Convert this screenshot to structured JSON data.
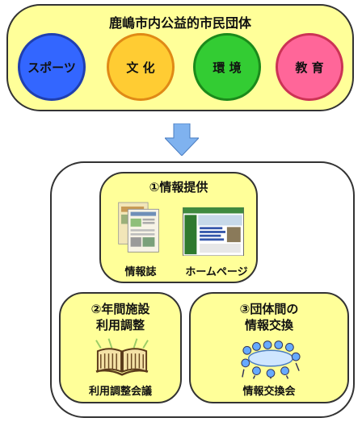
{
  "top": {
    "title": "鹿嶋市内公益的市民団体",
    "categories": [
      {
        "label": "スポーツ",
        "fill": "#3366ff",
        "ring": "#1f3fb0"
      },
      {
        "label": "文 化",
        "fill": "#ffcc33",
        "ring": "#e08a16"
      },
      {
        "label": "環 境",
        "fill": "#33cc33",
        "ring": "#1b8a1b"
      },
      {
        "label": "教 育",
        "fill": "#ff6699",
        "ring": "#cc3355"
      }
    ]
  },
  "info": {
    "title": "①情報提供",
    "caption_magazine": "情報誌",
    "caption_homepage": "ホームページ"
  },
  "schedule": {
    "title_line1": "②年間施設",
    "title_line2": "利用調整",
    "caption": "利用調整会議"
  },
  "exchange": {
    "title_line1": "③団体間の",
    "title_line2": "情報交換",
    "caption": "情報交換会"
  },
  "colors": {
    "panel": "#ffff99",
    "arrow": "#7fb2ef"
  }
}
